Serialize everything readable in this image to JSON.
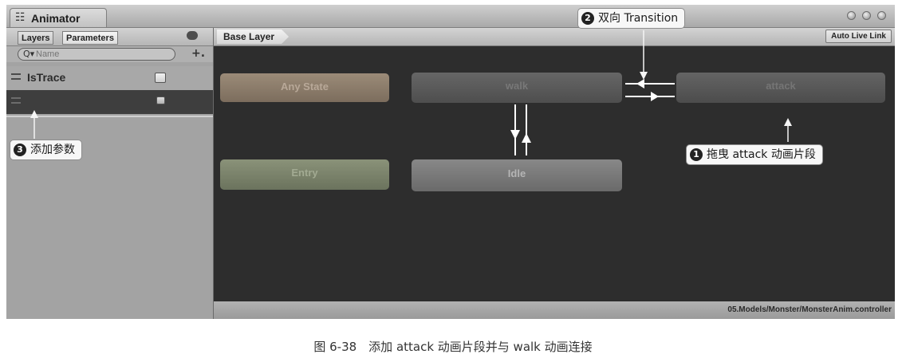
{
  "window": {
    "title": "Animator",
    "icon": "animator-icon"
  },
  "left_panel": {
    "tabs": [
      {
        "label": "Layers"
      },
      {
        "label": "Parameters"
      }
    ],
    "search_placeholder": "Name",
    "search_icon": "search-icon",
    "add_label": "+.",
    "parameters": [
      {
        "name": "IsTrace",
        "type": "bool"
      },
      {
        "name": "",
        "type": "bool"
      }
    ]
  },
  "graph": {
    "breadcrumb": "Base Layer",
    "live_link": "Auto Live Link",
    "states": {
      "any_state": "Any State",
      "walk": "walk",
      "attack": "attack",
      "entry": "Entry",
      "idle": "Idle"
    },
    "asset_path": "05.Models/Monster/MonsterAnim.controller"
  },
  "callouts": {
    "c1": {
      "badge": "1",
      "text": "拖曳 attack 动画片段"
    },
    "c2": {
      "badge": "2",
      "text": "双向 Transition"
    },
    "c3": {
      "badge": "3",
      "text": "添加参数"
    }
  },
  "caption": "图 6-38　添加 attack 动画片段并与 walk 动画连接",
  "colors": {
    "graph_background": "#2d2d2d",
    "panel_background": "#a3a3a3",
    "selected_row": "#3e3e3e",
    "transition_line": "#ffffff",
    "callout_badge": "#222222"
  }
}
